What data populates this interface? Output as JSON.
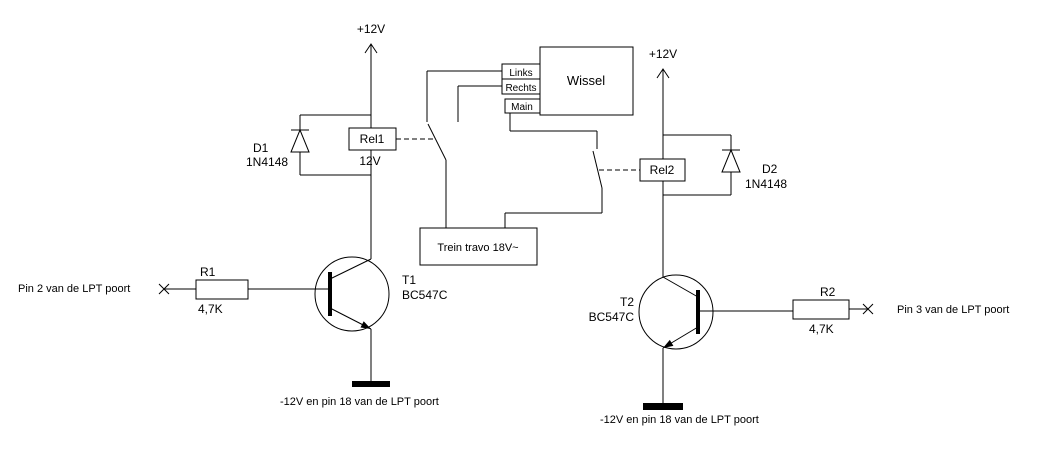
{
  "schematic": {
    "left": {
      "supply": "+12V",
      "relay": "Rel1",
      "relay_voltage": "12V",
      "diode_name": "D1",
      "diode_part": "1N4148",
      "transistor_name": "T1",
      "transistor_part": "BC547C",
      "resistor_name": "R1",
      "resistor_value": "4,7K",
      "input": "Pin 2 van de LPT poort",
      "ground": "-12V en pin 18 van de LPT poort"
    },
    "right": {
      "supply": "+12V",
      "relay": "Rel2",
      "diode_name": "D2",
      "diode_part": "1N4148",
      "transistor_name": "T2",
      "transistor_part": "BC547C",
      "resistor_name": "R2",
      "resistor_value": "4,7K",
      "input": "Pin 3 van de LPT poort",
      "ground": "-12V en pin 18 van de LPT poort"
    },
    "wissel": {
      "label": "Wissel",
      "links": "Links",
      "rechts": "Rechts",
      "main": "Main"
    },
    "transformer": "Trein travo 18V~",
    "colors": {
      "line": "#000000",
      "background": "#ffffff"
    }
  }
}
